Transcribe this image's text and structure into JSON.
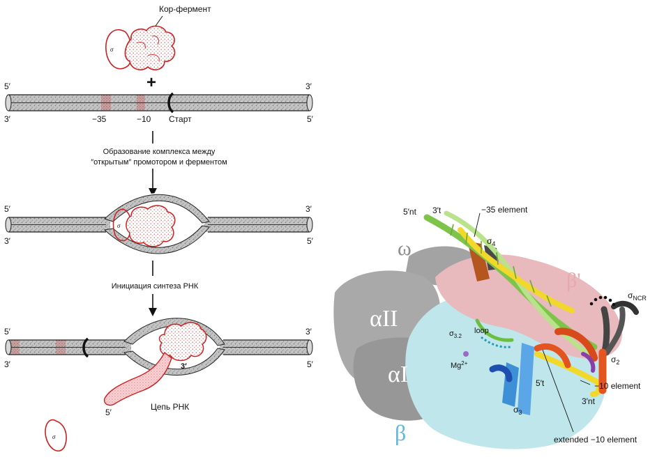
{
  "left_panel": {
    "core_enzyme_label": "Кор-фермент",
    "sigma_symbol": "σ",
    "plus_sign": "+",
    "dna_end_top_left": "5′",
    "dna_end_top_right": "3′",
    "dna_end_bottom_left": "3′",
    "dna_end_bottom_right": "5′",
    "minus35_label": "−35",
    "minus10_label": "−10",
    "start_label": "Старт",
    "step1_line1": "Образование комплекса между",
    "step1_line2": "″открытым″ промотором и ферментом",
    "step2_label": "Инициация синтеза РНК",
    "rna_three_prime": "3′",
    "rna_five_prime": "5′",
    "rna_chain_label": "Цепь РНК"
  },
  "right_panel": {
    "nt5_label": "5′nt",
    "t3_label": "3′t",
    "minus35_element_label": "−35 element",
    "omega_label": "ω",
    "sigma4_label": "σ",
    "sigma4_sub": "4",
    "beta_prime_label": "β'",
    "sigma_ncr_label": "σ",
    "sigma_ncr_sub": "NCR",
    "alpha2_label": "αII",
    "sigma32_label": "σ",
    "sigma32_sub": "3.2",
    "loop_label": "loop",
    "mg_label": "Mg",
    "mg_sup": "2+",
    "alpha1_label": "αI",
    "sigma2_label": "σ",
    "sigma2_sub": "2",
    "t5_label": "5′t",
    "minus10_element_label": "−10 element",
    "nt3_label": "3′nt",
    "sigma3_label": "σ",
    "sigma3_sub": "3",
    "beta_label": "β",
    "extended_minus10_label": "extended −10 element"
  },
  "colors": {
    "sigma_red": "#cc1f1f",
    "dna_gray": "#bdbdbd",
    "promoter_red": "#b85a5a",
    "alpha_gray": "#a9a9a9",
    "beta_cyan": "#bfe6ea",
    "beta_prime_pink": "#e8b9bd",
    "dna_green": "#7fc44a",
    "dna_yellow": "#f2d82a",
    "sigma3_blue": "#3d8fd6",
    "sigma2_orange": "#e4541e"
  }
}
